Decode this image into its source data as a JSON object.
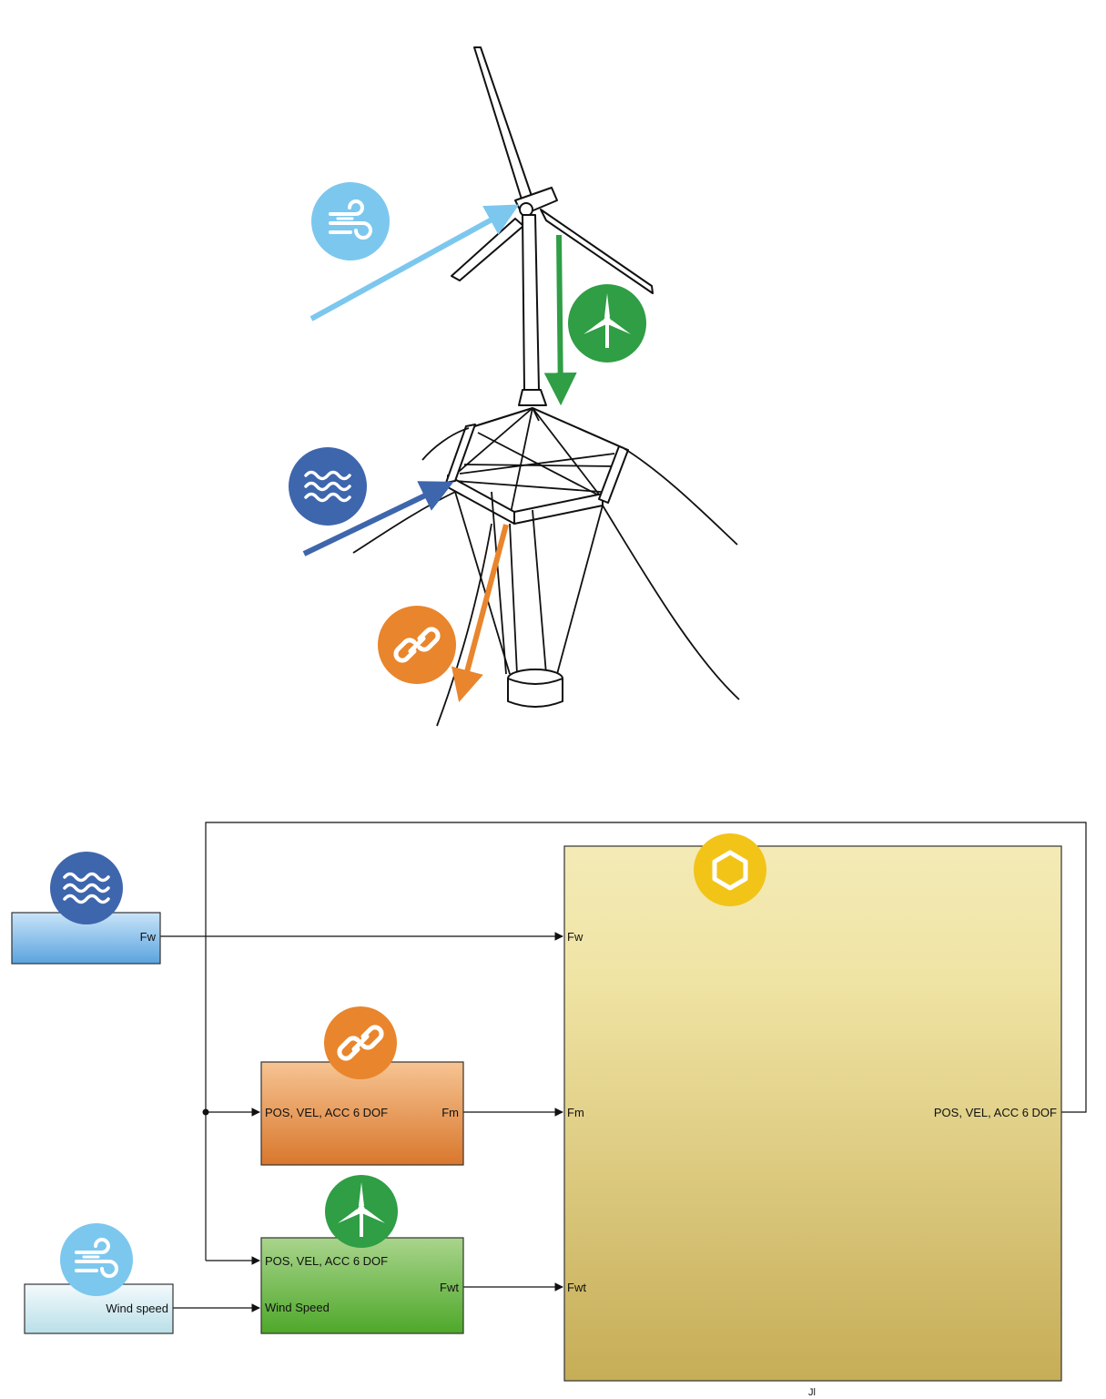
{
  "colors": {
    "wind": "#7cc7ee",
    "wave": "#3e66ad",
    "turbine": "#2f9e45",
    "mooring": "#e9852c",
    "platform": "#f2c418"
  },
  "icons": {
    "wind": "wind-icon",
    "wave": "waves-icon",
    "turbine": "wind-turbine-icon",
    "mooring": "chain-link-icon",
    "platform": "hexagon-icon"
  },
  "diagram": {
    "wave_block": {
      "out_port": "Fw"
    },
    "mooring_block": {
      "in_port": "POS, VEL, ACC 6 DOF",
      "out_port": "Fm"
    },
    "turbine_block": {
      "in_port_motion": "POS, VEL, ACC 6 DOF",
      "in_port_wind": "Wind Speed",
      "out_port": "Fwt"
    },
    "wind_block": {
      "out_port": "Wind speed"
    },
    "platform_block": {
      "in_ports": [
        "Fw",
        "Fm",
        "Fwt"
      ],
      "out_port": "POS, VEL, ACC 6 DOF",
      "caption": "Jl"
    }
  }
}
